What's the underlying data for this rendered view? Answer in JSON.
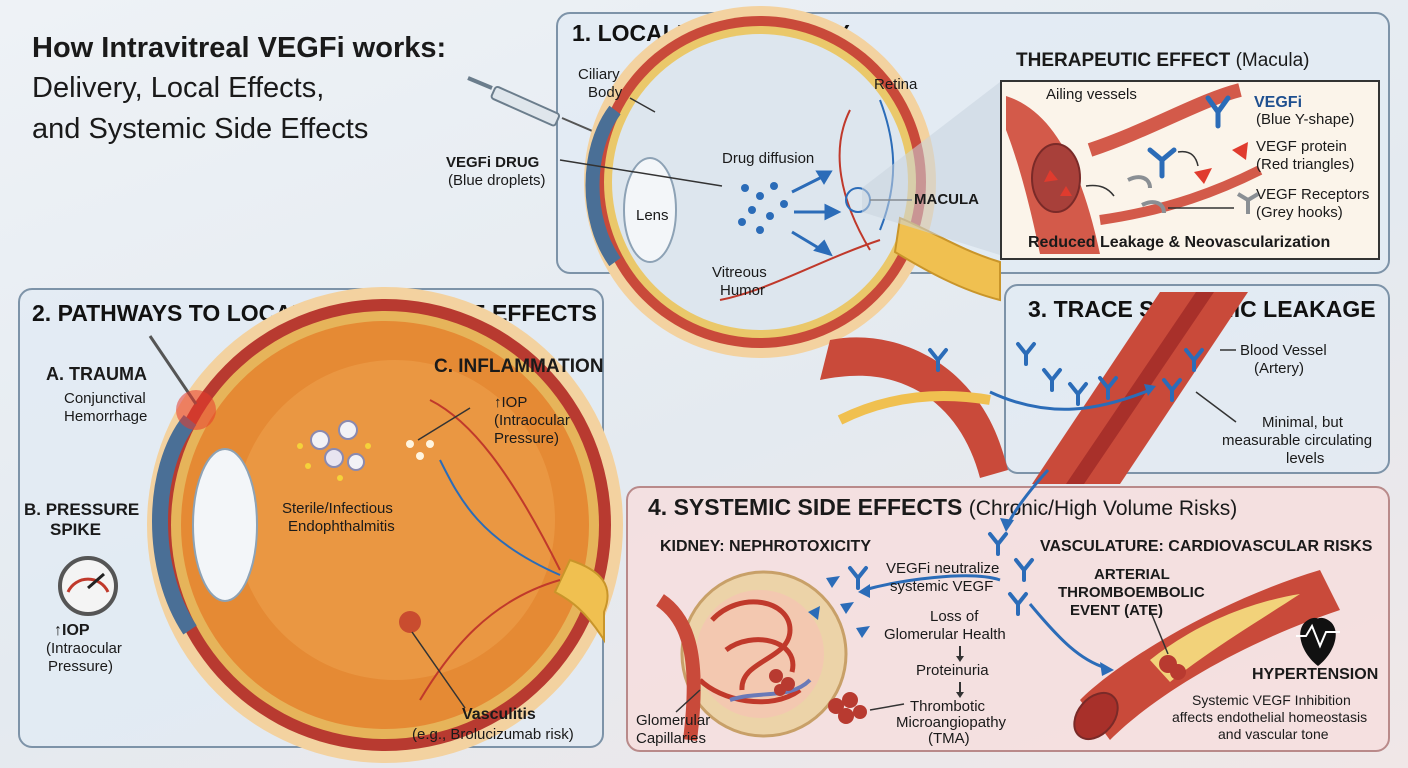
{
  "title": {
    "line1": "How Intravitreal VEGFi works:",
    "line2": "Delivery, Local Effects,",
    "line3": "and Systemic Side Effects"
  },
  "delivery": {
    "title": "1. LOCALIZED DELIVERY",
    "ciliary_1": "Ciliary",
    "ciliary_2": "Body",
    "retina": "Retina",
    "drug_label": "VEGFi DRUG",
    "drug_sub": "(Blue droplets)",
    "diffusion": "Drug diffusion",
    "lens": "Lens",
    "macula": "MACULA",
    "vitreous_1": "Vitreous",
    "vitreous_2": "Humor"
  },
  "therapeutic": {
    "title_bold": "THERAPEUTIC EFFECT",
    "title_rest": "(Macula)",
    "ailing": "Ailing vessels",
    "vegfi": "VEGFi",
    "vegfi_sub": "(Blue Y-shape)",
    "protein_1": "VEGF protein",
    "protein_2": "(Red triangles)",
    "receptor_1": "VEGF Receptors",
    "receptor_2": "(Grey hooks)",
    "result": "Reduced Leakage & Neovascularization"
  },
  "local": {
    "title": "2. PATHWAYS TO LOCAL (OCULAR) SIDE EFFECTS",
    "trauma": "A. TRAUMA",
    "hemorrhage_1": "Conjunctival",
    "hemorrhage_2": "Hemorrhage",
    "pressure_1": "B. PRESSURE",
    "pressure_2": "SPIKE",
    "iop_left_1": "↑IOP",
    "iop_left_2": "(Intraocular",
    "iop_left_3": "Pressure)",
    "inflammation": "C. INFLAMMATION",
    "iop_right_1": "↑IOP",
    "iop_right_2": "(Intraocular",
    "iop_right_3": "Pressure)",
    "endo_1": "Sterile/Infectious",
    "endo_2": "Endophthalmitis",
    "vasculitis": "Vasculitis",
    "vasculitis_sub": "(e.g., Brolucizumab risk)"
  },
  "leakage": {
    "title": "3. TRACE SYSTEMIC LEAKAGE",
    "vessel_1": "Blood Vessel",
    "vessel_2": "(Artery)",
    "minimal_1": "Minimal, but",
    "minimal_2": "measurable circulating",
    "minimal_3": "levels"
  },
  "systemic": {
    "title_bold": "4. SYSTEMIC SIDE EFFECTS",
    "title_rest": "(Chronic/High Volume Risks)",
    "kidney": "KIDNEY: NEPHROTOXICITY",
    "vasculature": "VASCULATURE: CARDIOVASCULAR RISKS",
    "neutralize_1": "VEGFi neutralize",
    "neutralize_2": "systemic VEGF",
    "loss_1": "Loss of",
    "loss_2": "Glomerular Health",
    "proteinuria": "Proteinuria",
    "tma_1": "Thrombotic",
    "tma_2": "Microangiopathy",
    "tma_3": "(TMA)",
    "glom_1": "Glomerular",
    "glom_2": "Capillaries",
    "ate_1": "ARTERIAL",
    "ate_2": "THROMBOEMBOLIC",
    "ate_3": "EVENT (ATE)",
    "hypertension": "HYPERTENSION",
    "inhib_1": "Systemic VEGF Inhibition",
    "inhib_2": "affects endothelial homeostasis",
    "inhib_3": "and vascular tone"
  },
  "colors": {
    "drug_blue": "#2b6cb8",
    "vessel_red": "#c0392b",
    "panel_border": "#7d93a8",
    "systemic_bg": "#f6dede"
  }
}
